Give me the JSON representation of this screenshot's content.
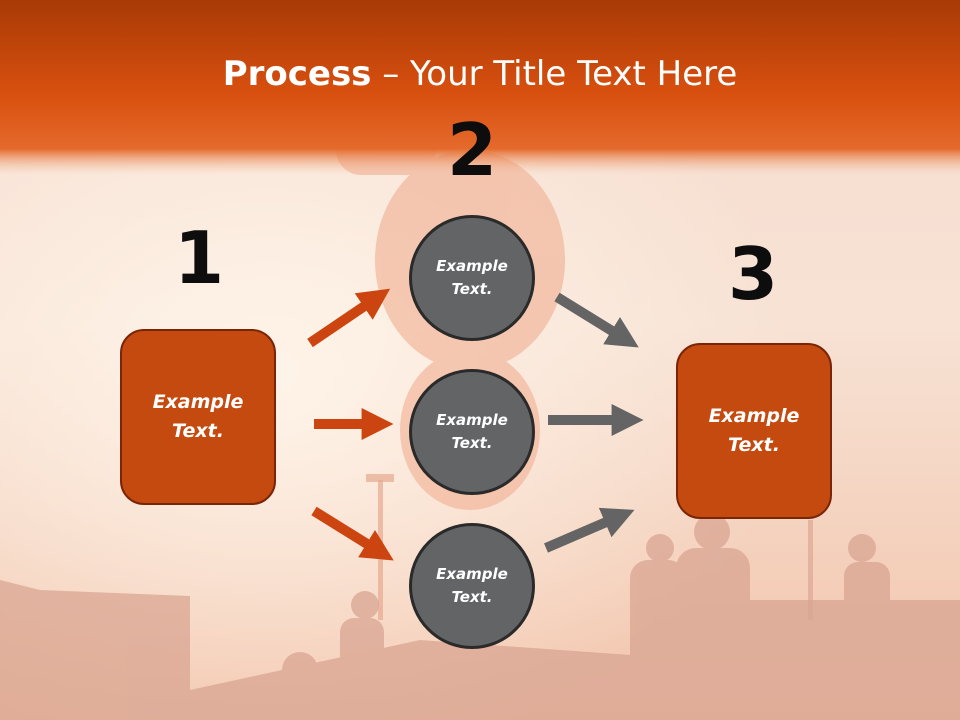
{
  "title": {
    "bold": "Process",
    "rest": " – Your Title Text Here"
  },
  "colors": {
    "header": "#d9500f",
    "box": "#c54a0f",
    "circle": "#626466",
    "arrow_orange": "#cc4510",
    "arrow_gray": "#646464"
  },
  "steps": [
    {
      "number": "1",
      "text": "Example Text."
    },
    {
      "number": "2",
      "text": "Example Text."
    },
    {
      "number": "3",
      "text": "Example Text."
    }
  ],
  "circles": [
    {
      "text": "Example Text."
    },
    {
      "text": "Example Text."
    },
    {
      "text": "Example Text."
    }
  ]
}
